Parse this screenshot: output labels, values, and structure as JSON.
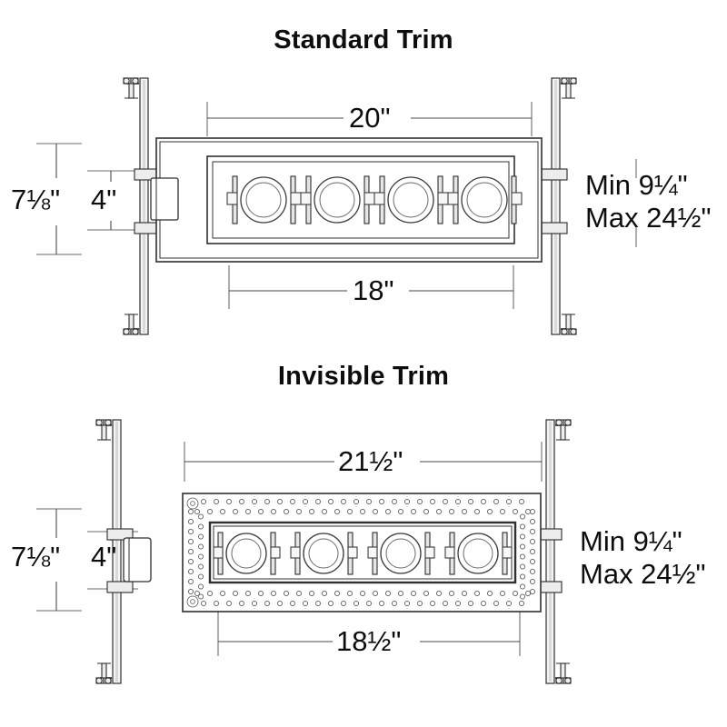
{
  "page": {
    "kind": "technical-dimension-drawing",
    "product": "multiple recessed linear light fixture - 4 head"
  },
  "sections": [
    {
      "id": "standard",
      "title": "Standard Trim",
      "dimensions": {
        "top_width": "20\"",
        "bottom_width": "18\"",
        "left_outer_height": "7⅛\"",
        "left_inner_height": "4\"",
        "right_min": "Min 9¼\"",
        "right_max": "Max 24½\""
      },
      "aperture_count": 4,
      "trim_style": "flanged"
    },
    {
      "id": "invisible",
      "title": "Invisible Trim",
      "dimensions": {
        "top_width": "21½\"",
        "bottom_width": "18½\"",
        "left_outer_height": "7⅛\"",
        "left_inner_height": "4\"",
        "right_min": "Min 9¼\"",
        "right_max": "Max 24½\""
      },
      "aperture_count": 4,
      "trim_style": "perforated-mud-flange"
    }
  ],
  "colors": {
    "ink": "#111111",
    "line": "#2b2b2b",
    "dimension_line": "#4a4a4a",
    "fill_light": "#f4f4f4",
    "background": "#ffffff"
  }
}
